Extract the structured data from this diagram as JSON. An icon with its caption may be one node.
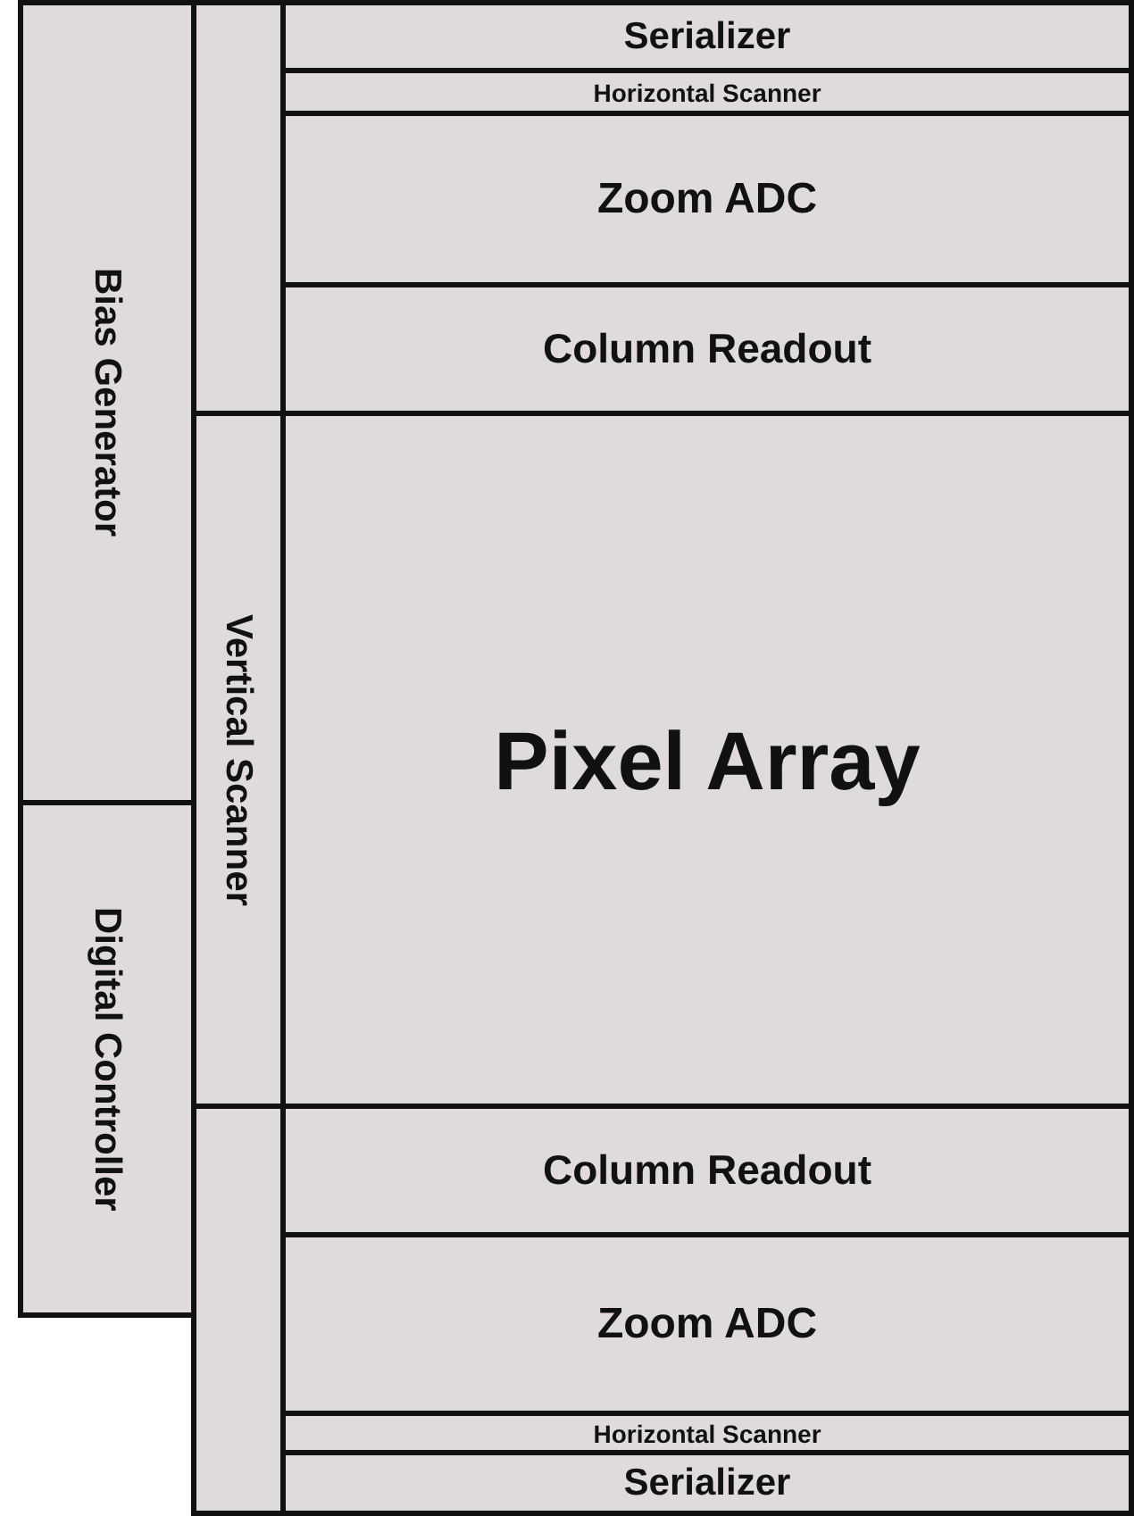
{
  "diagram": {
    "nodes": [
      {
        "text": [
          "Bias Generator"
        ]
      },
      {
        "text": [],
        "shape": "box"
      },
      {
        "text": [
          "Serializer"
        ]
      },
      {
        "text": [
          "Horizontal Scanner"
        ]
      },
      {
        "text": [
          "Zoom ADC"
        ]
      },
      {
        "text": [
          "Column Readout"
        ]
      },
      {
        "text": [
          "Vertical Scanner"
        ]
      },
      {
        "text": [
          "Pixel Array"
        ]
      },
      {
        "text": [
          "Digital Controller"
        ]
      },
      {
        "text": [],
        "shape": "box"
      },
      {
        "text": [
          "Column Readout"
        ]
      },
      {
        "text": [
          "Zoom ADC"
        ]
      },
      {
        "text": [
          "Horizontal Scanner"
        ]
      },
      {
        "text": [
          "Serializer"
        ]
      }
    ]
  }
}
